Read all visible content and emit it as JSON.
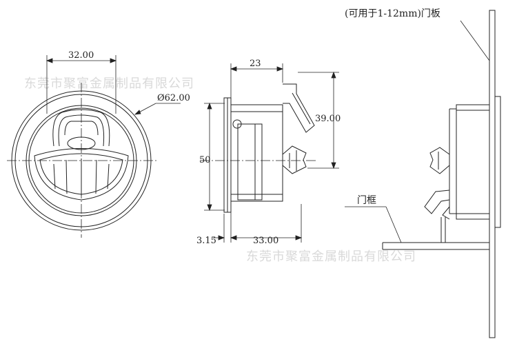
{
  "labels": {
    "front_width": "32.00",
    "front_diameter": "Ø62.00",
    "side_top": "23",
    "side_height": "39.00",
    "side_left": "50",
    "side_bottom_small": "3.15",
    "side_bottom": "33.00",
    "door_panel": "(可用于1-12mm)门板",
    "door_frame": "门框"
  },
  "watermark": {
    "text_left": "东莞市聚富金属制品有限公司",
    "text_right": "东莞市聚富金属制品有限公司"
  },
  "colors": {
    "line": "#222222",
    "watermark": "#d9d9d9"
  }
}
